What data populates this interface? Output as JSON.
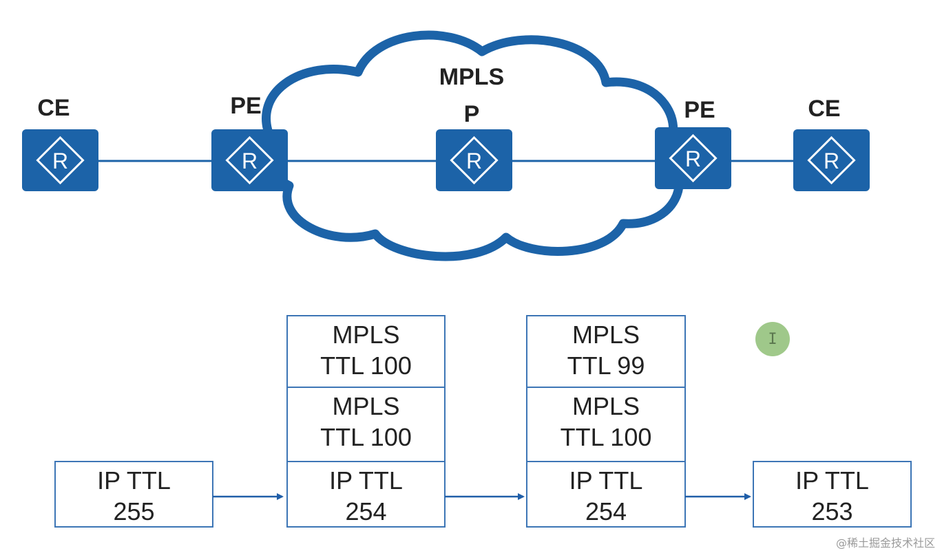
{
  "cloud": {
    "label": "MPLS"
  },
  "routers": [
    {
      "id": "ce-left",
      "role": "CE",
      "icon_text": "R"
    },
    {
      "id": "pe-left",
      "role": "PE",
      "icon_text": "R"
    },
    {
      "id": "p-core",
      "role": "P",
      "icon_text": "R"
    },
    {
      "id": "pe-right",
      "role": "PE",
      "icon_text": "R"
    },
    {
      "id": "ce-right",
      "role": "CE",
      "icon_text": "R"
    }
  ],
  "stacks": [
    {
      "id": "stack-1",
      "cells": [
        {
          "line1": "IP TTL",
          "line2": "255"
        }
      ]
    },
    {
      "id": "stack-2",
      "cells": [
        {
          "line1": "MPLS",
          "line2": "TTL 100"
        },
        {
          "line1": "MPLS",
          "line2": "TTL 100"
        },
        {
          "line1": "IP TTL",
          "line2": "254"
        }
      ]
    },
    {
      "id": "stack-3",
      "cells": [
        {
          "line1": "MPLS",
          "line2": "TTL 99"
        },
        {
          "line1": "MPLS",
          "line2": "TTL 100"
        },
        {
          "line1": "IP TTL",
          "line2": "254"
        }
      ]
    },
    {
      "id": "stack-4",
      "cells": [
        {
          "line1": "IP TTL",
          "line2": "253"
        }
      ]
    }
  ],
  "cursor": {
    "glyph": "I"
  },
  "watermark": "@稀土掘金技术社区",
  "colors": {
    "router": "#1c63a8",
    "cloud": "#1c63a8",
    "box_border": "#3c75b5",
    "arrow": "#1f5ea8"
  }
}
